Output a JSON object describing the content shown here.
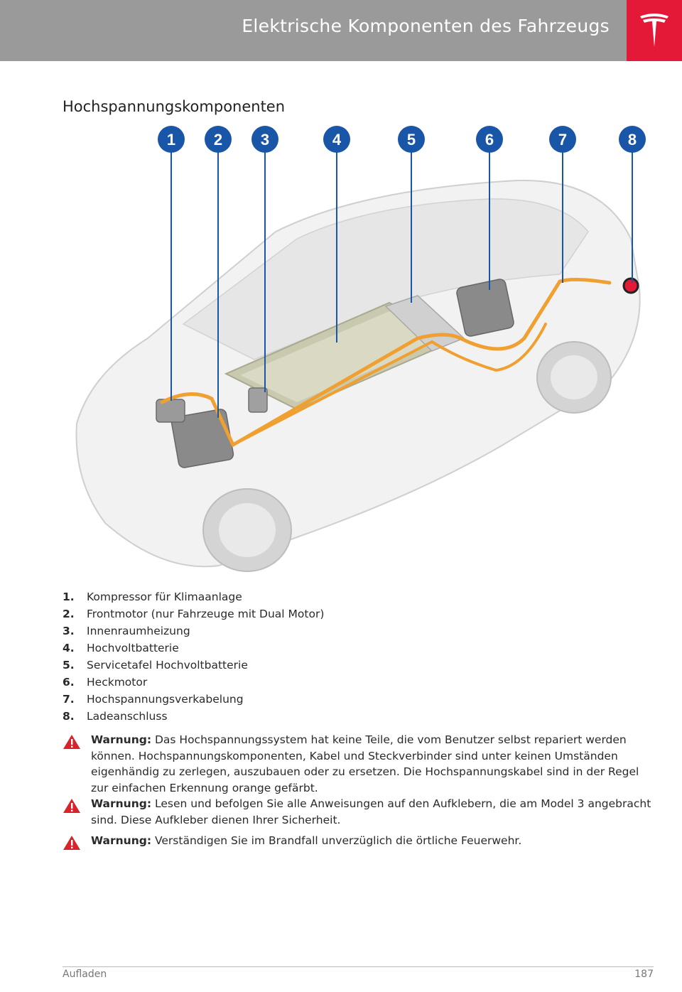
{
  "header": {
    "title": "Elektrische Komponenten des Fahrzeugs"
  },
  "section": {
    "title": "Hochspannungskomponenten"
  },
  "callouts": [
    "1",
    "2",
    "3",
    "4",
    "5",
    "6",
    "7",
    "8"
  ],
  "legend": [
    {
      "num": "1.",
      "text": "Kompressor für Klimaanlage"
    },
    {
      "num": "2.",
      "text": "Frontmotor (nur Fahrzeuge mit Dual Motor)"
    },
    {
      "num": "3.",
      "text": "Innenraumheizung"
    },
    {
      "num": "4.",
      "text": "Hochvoltbatterie"
    },
    {
      "num": "5.",
      "text": "Servicetafel Hochvoltbatterie"
    },
    {
      "num": "6.",
      "text": "Heckmotor"
    },
    {
      "num": "7.",
      "text": "Hochspannungsverkabelung"
    },
    {
      "num": "8.",
      "text": "Ladeanschluss"
    }
  ],
  "warnings": [
    {
      "label": "Warnung:",
      "text": "Das Hochspannungssystem hat keine Teile, die vom Benutzer selbst repariert werden können. Hochspannungskomponenten, Kabel und Steckverbinder sind unter keinen Umständen eigenhändig zu zerlegen, auszubauen oder zu ersetzen. Die Hochspannungskabel sind in der Regel zur einfachen Erkennung orange gefärbt."
    },
    {
      "label": "Warnung:",
      "text": "Lesen und befolgen Sie alle Anweisungen auf den Aufklebern, die am Model 3 angebracht sind. Diese Aufkleber dienen Ihrer Sicherheit."
    },
    {
      "label": "Warnung:",
      "text": "Verständigen Sie im Brandfall unverzüglich die örtliche Feuerwehr."
    }
  ],
  "footer": {
    "section": "Aufladen",
    "page": "187"
  },
  "colors": {
    "header_bg": "#9a9a9a",
    "brand_red": "#e31937",
    "callout_blue": "#1a56a8",
    "cable_orange": "#f0a030",
    "warning_red": "#d8232a"
  }
}
